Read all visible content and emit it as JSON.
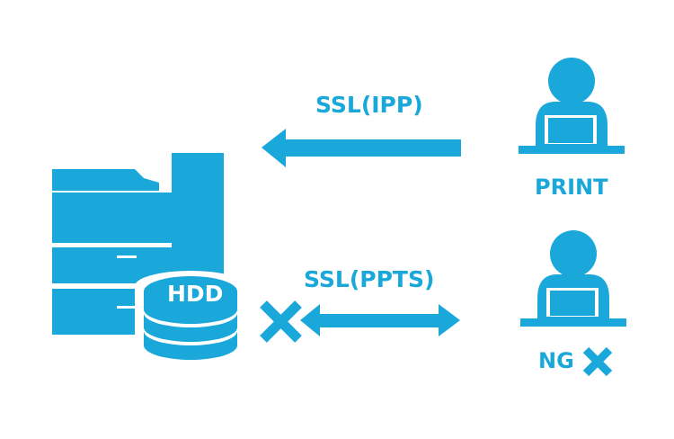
{
  "labels": {
    "ssl_ipp": "SSL(IPP)",
    "ssl_ppts": "SSL(PPTS)",
    "print": "PRINT",
    "ng": "NG",
    "hdd": "HDD"
  },
  "colors": {
    "accent": "#1aa7da",
    "background": "#ffffff"
  },
  "icons": [
    "printer-icon",
    "hdd-icon",
    "user-at-computer-icon",
    "cross-icon",
    "arrow-left-icon",
    "double-arrow-icon"
  ]
}
